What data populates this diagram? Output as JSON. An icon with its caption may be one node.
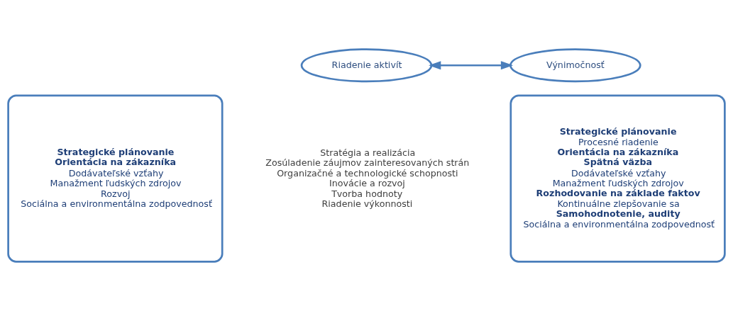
{
  "diagram": {
    "nodes": [
      {
        "text": [
          "Riadenie aktivít"
        ]
      },
      {
        "text": [
          "Výnimočnosť"
        ]
      },
      {
        "text": [
          "**Strategické plánovanie**",
          "**Orientácia na zákazníka**",
          "Dodávateľské vzťahy",
          "Manažment ľudských zdrojov",
          "Rozvoj",
          "Sociálna a environmentálna zodpovednosť"
        ]
      },
      {
        "text": [
          "**Strategické plánovanie**",
          "Procesné riadenie",
          "**Orientácia na zákazníka**",
          "**Spätná väzba**",
          "Dodávateľské vzťahy",
          "Manažment ľudských zdrojov",
          "**Rozhodovanie na základe faktov**",
          "Kontinuálne zlepšovanie sa",
          "**Samohodnotenie, audity**",
          "Sociálna a environmentálna zodpovednosť"
        ]
      }
    ],
    "edges": [
      {
        "from": 0,
        "to": 1,
        "arrow": "both"
      }
    ],
    "labels": [
      "Stratégia a realizácia",
      "Zosúladenie záujmov zainteresovaných strán",
      "Organizačné a technologické schopnosti",
      "Inovácie a rozvoj",
      "Tvorba hodnoty",
      "Riadenie výkonnosti"
    ]
  }
}
